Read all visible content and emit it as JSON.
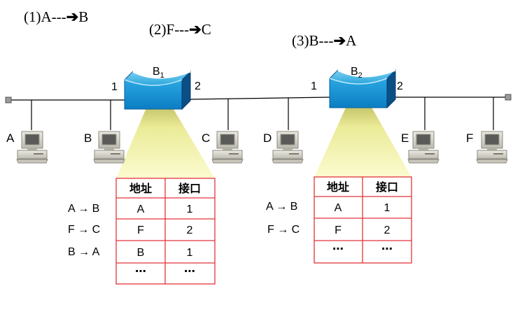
{
  "frames": [
    {
      "prefix": "(1)",
      "src": "A",
      "arrow": "---",
      "dst": "B"
    },
    {
      "prefix": "(2)",
      "src": "F",
      "arrow": "---",
      "dst": "C"
    },
    {
      "prefix": "(3)",
      "src": "B",
      "arrow": "---",
      "dst": "A"
    }
  ],
  "bridges": [
    {
      "name": "B",
      "sub": "1",
      "port_left": "1",
      "port_right": "2"
    },
    {
      "name": "B",
      "sub": "2",
      "port_left": "1",
      "port_right": "2"
    }
  ],
  "hosts": [
    "A",
    "B",
    "C",
    "D",
    "E",
    "F"
  ],
  "tables": [
    {
      "headers": [
        "地址",
        "接口"
      ],
      "rows": [
        {
          "label": "A → B",
          "addr": "A",
          "port": "1"
        },
        {
          "label": "F → C",
          "addr": "F",
          "port": "2"
        },
        {
          "label": "B → A",
          "addr": "B",
          "port": "1"
        },
        {
          "label": "",
          "addr": "⋯",
          "port": "⋯"
        }
      ]
    },
    {
      "headers": [
        "地址",
        "接口"
      ],
      "rows": [
        {
          "label": "A → B",
          "addr": "A",
          "port": "1"
        },
        {
          "label": "F → C",
          "addr": "F",
          "port": "2"
        },
        {
          "label": "",
          "addr": "⋯",
          "port": "⋯"
        }
      ]
    }
  ],
  "colors": {
    "bridge": "#1f9fd8",
    "bridge_dark": "#0a5d9c",
    "beam": "#f4f3a2",
    "table_border": "#e2343a",
    "pc_body": "#cfcdc1"
  }
}
